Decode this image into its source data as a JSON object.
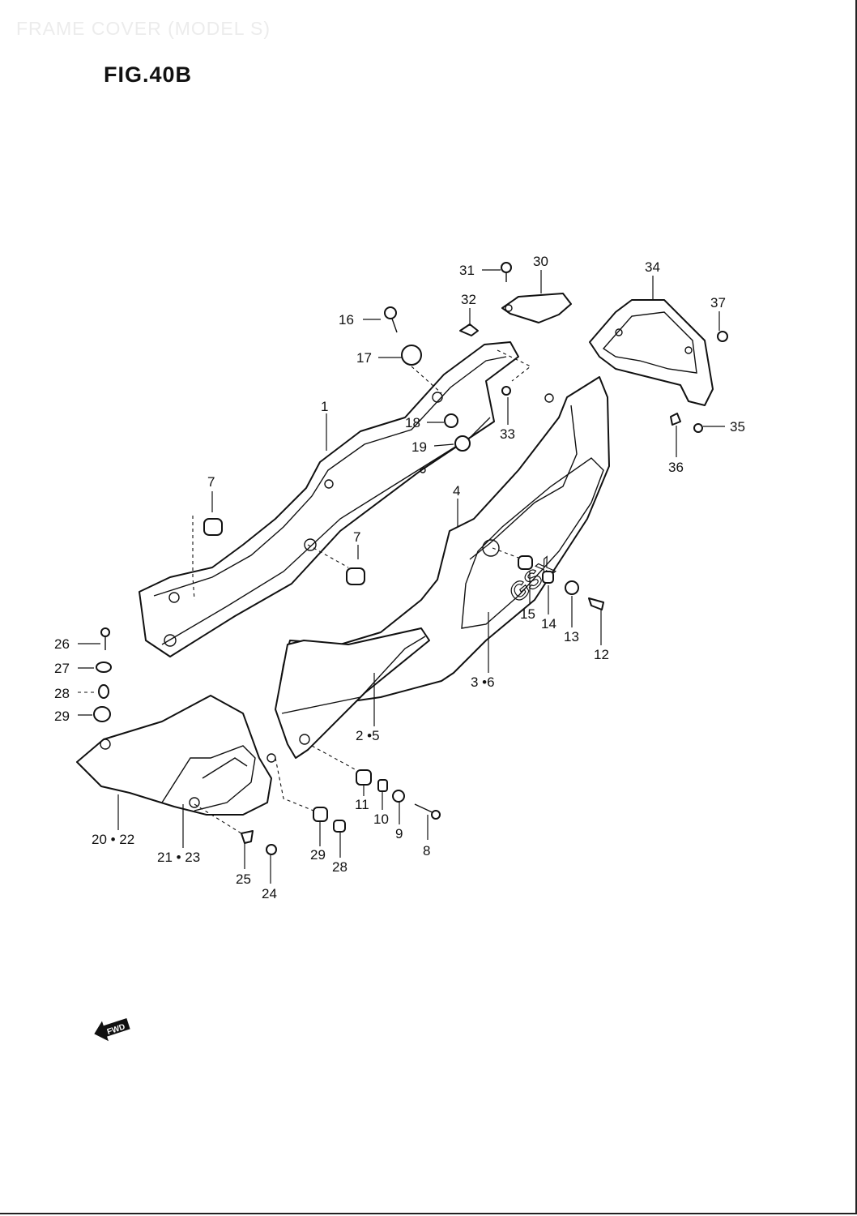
{
  "header": {
    "watermark": "FRAME COVER (MODEL S)",
    "figure_title": "FIG.40B"
  },
  "fwd_badge": {
    "text": "FWD",
    "icon": "forward-arrow-icon"
  },
  "callouts": [
    {
      "id": "c1",
      "label": "1"
    },
    {
      "id": "c2-5",
      "label": "2 •5"
    },
    {
      "id": "c3-6",
      "label": "3 •6"
    },
    {
      "id": "c4",
      "label": "4"
    },
    {
      "id": "c7a",
      "label": "7"
    },
    {
      "id": "c7b",
      "label": "7"
    },
    {
      "id": "c8",
      "label": "8"
    },
    {
      "id": "c9",
      "label": "9"
    },
    {
      "id": "c10",
      "label": "10"
    },
    {
      "id": "c11",
      "label": "11"
    },
    {
      "id": "c12",
      "label": "12"
    },
    {
      "id": "c13",
      "label": "13"
    },
    {
      "id": "c14",
      "label": "14"
    },
    {
      "id": "c15",
      "label": "15"
    },
    {
      "id": "c16",
      "label": "16"
    },
    {
      "id": "c17",
      "label": "17"
    },
    {
      "id": "c18",
      "label": "18"
    },
    {
      "id": "c19",
      "label": "19"
    },
    {
      "id": "c20-22",
      "label": "20 • 22"
    },
    {
      "id": "c21-23",
      "label": "21 • 23"
    },
    {
      "id": "c24",
      "label": "24"
    },
    {
      "id": "c25",
      "label": "25"
    },
    {
      "id": "c26",
      "label": "26"
    },
    {
      "id": "c27",
      "label": "27"
    },
    {
      "id": "c28a",
      "label": "28"
    },
    {
      "id": "c28b",
      "label": "28"
    },
    {
      "id": "c29a",
      "label": "29"
    },
    {
      "id": "c29b",
      "label": "29"
    },
    {
      "id": "c30",
      "label": "30"
    },
    {
      "id": "c31",
      "label": "31"
    },
    {
      "id": "c32",
      "label": "32"
    },
    {
      "id": "c33",
      "label": "33"
    },
    {
      "id": "c34",
      "label": "34"
    },
    {
      "id": "c35",
      "label": "35"
    },
    {
      "id": "c36",
      "label": "36"
    },
    {
      "id": "c37",
      "label": "37"
    }
  ]
}
